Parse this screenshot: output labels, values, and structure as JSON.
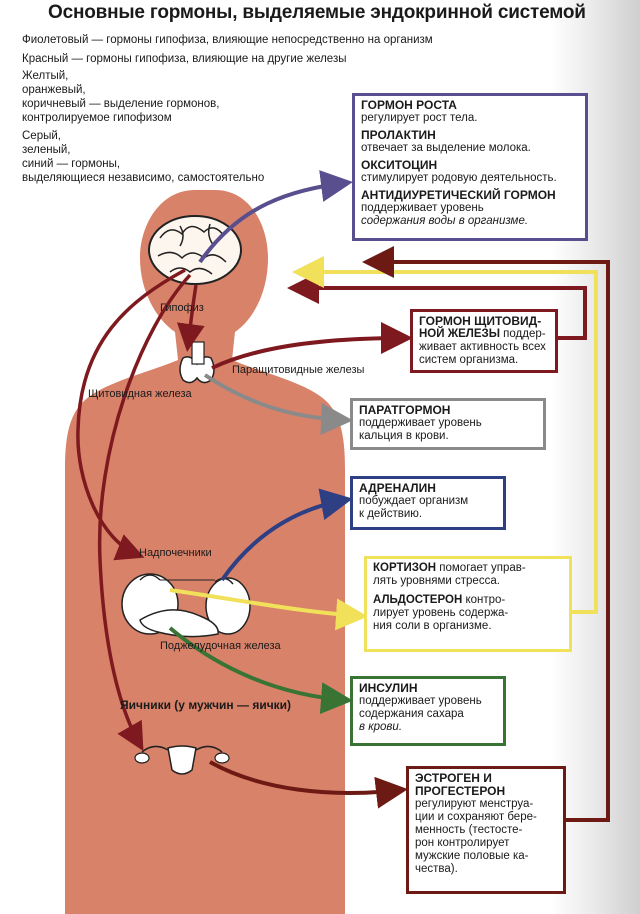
{
  "title": "Основные гормоны, выделяемые эндокринной системой",
  "legend": {
    "violet": "Фиолетовый — гормоны гипофиза, влияющие непосредственно на организм",
    "red": "Красный — гормоны гипофиза, влияющие на другие железы",
    "brown_lines": [
      "Желтый,",
      "оранжевый,",
      "коричневый — выделение гормонов,",
      "контролируемое гипофизом"
    ],
    "independent_lines": [
      "Серый,",
      "зеленый,",
      "синий — гормоны,",
      "выделяющиеся независимо, самостоятельно"
    ]
  },
  "glands": {
    "pituitary": "Гипофиз",
    "parathyroid": "Паращитовидные железы",
    "thyroid": "Щитовидная железа",
    "adrenals": "Надпочечники",
    "pancreas": "Поджелудочная железа",
    "ovaries": "Яичники (у мужчин — яички)"
  },
  "boxes": {
    "growth": {
      "h1": "ГОРМОН РОСТА",
      "d1": "регулирует рост тела.",
      "h2": "ПРОЛАКТИН",
      "d2": "отвечает за выделение молока.",
      "h3": "ОКСИТОЦИН",
      "d3": "стимулирует родовую деятельность.",
      "h4": "АНТИДИУРЕТИЧЕСКИЙ ГОРМОН",
      "d4a": "поддерживает уровень",
      "d4b": "содержания воды в организме."
    },
    "thyroid": {
      "h1": "ГОРМОН ЩИТОВИД-",
      "h2": "НОЙ ЖЕЛЕЗЫ",
      "d1": " поддер-",
      "d2": "живает активность всех",
      "d3": "систем организма."
    },
    "parathyroid": {
      "h": "ПАРАТГОРМОН",
      "d1": "поддерживает уровень",
      "d2": "кальция в крови."
    },
    "adrenalin": {
      "h": "АДРЕНАЛИН",
      "d1": "побуждает организм",
      "d2": "к действию."
    },
    "cortisone": {
      "h1": "КОРТИЗОН",
      "d1a": " помогает управ-",
      "d1b": "лять уровнями стресса.",
      "h2": "АЛЬДОСТЕРОН",
      "d2a": " контро-",
      "d2b": "лирует уровень содержа-",
      "d2c": "ния соли в организме."
    },
    "insulin": {
      "h": "ИНСУЛИН",
      "d1": "поддерживает уровень",
      "d2": "содержания сахара",
      "d3": "в крови."
    },
    "estrogen": {
      "h1": "ЭСТРОГЕН И",
      "h2": "ПРОГЕСТЕРОН",
      "lines": [
        "регулируют менструа-",
        "ции и сохраняют бере-",
        "менность (тестосте-",
        "рон контролирует",
        "мужские половые ка-",
        "чества)."
      ]
    }
  },
  "colors": {
    "body": "#d9826a",
    "violet": "#5a4f8e",
    "red": "#7e1a1f",
    "brown": "#6e1a14",
    "yellow": "#f1e05a",
    "gray": "#8a8a8a",
    "green": "#3a7434",
    "blue": "#2e3f84"
  }
}
